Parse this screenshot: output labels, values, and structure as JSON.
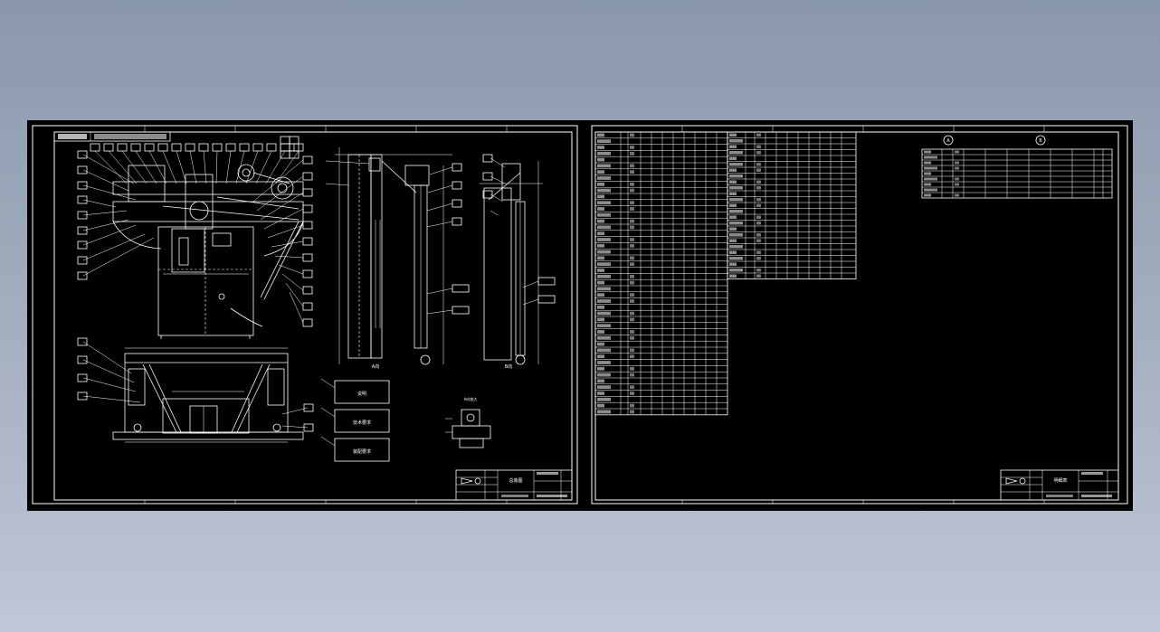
{
  "colors": {
    "canvas_bg": "#000000",
    "app_bg_top": "#8a97ab",
    "app_bg_bottom": "#c0c7d6",
    "line": "#ffffff"
  },
  "sheet_left": {
    "views": {
      "side_view_label": "A向",
      "right_view_label": "B向",
      "detail_label": "A向放大"
    },
    "notes": [
      "说明",
      "技术要求",
      "装配要求"
    ],
    "title_block": {
      "name": "总装图"
    }
  },
  "sheet_right": {
    "title_block": {
      "name": "明细表"
    },
    "view_markers": [
      "A",
      "B"
    ]
  }
}
